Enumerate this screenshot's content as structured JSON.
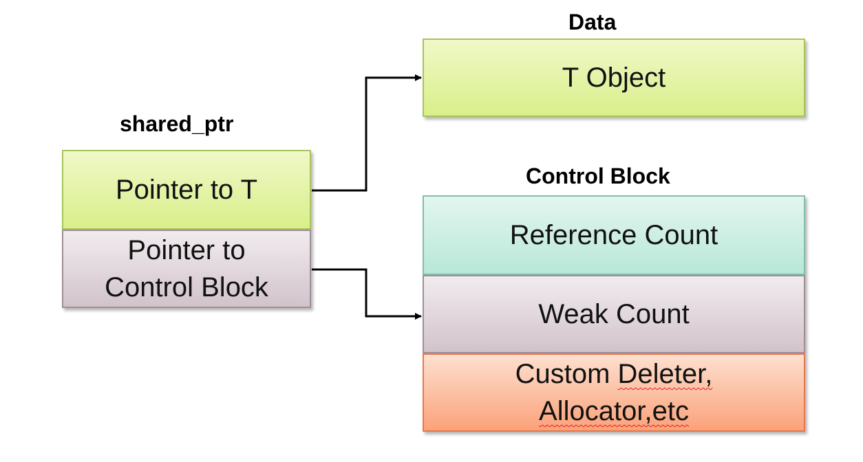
{
  "headings": {
    "data": "Data",
    "shared_ptr": "shared_ptr",
    "control_block": "Control Block"
  },
  "shared_ptr_box": {
    "pointer_to_t": "Pointer to T",
    "pointer_to_control_line1": "Pointer to",
    "pointer_to_control_line2": "Control Block"
  },
  "data_box": {
    "t_object": "T Object"
  },
  "control_block_box": {
    "reference_count": "Reference Count",
    "weak_count": "Weak Count",
    "custom_line1_a": "Custom ",
    "custom_line1_b": "Deleter,",
    "custom_line2_a": "Allocator,etc"
  },
  "colors": {
    "green_fill": "#d9ef8a",
    "mauve_fill": "#d2c3cb",
    "teal_fill": "#b8e7d8",
    "orange_fill": "#fba27a",
    "connector": "#000000"
  }
}
